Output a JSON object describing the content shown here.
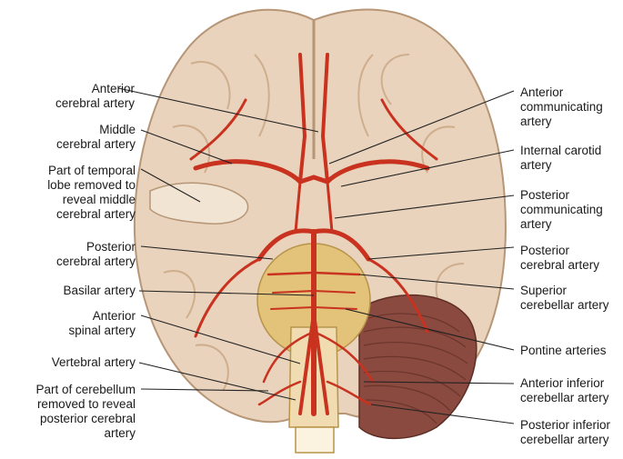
{
  "labels_left": [
    {
      "id": "anterior-cerebral-artery",
      "text": "Anterior\ncerebral artery"
    },
    {
      "id": "middle-cerebral-artery",
      "text": "Middle\ncerebral artery"
    },
    {
      "id": "temporal-lobe-removed",
      "text": "Part of temporal\nlobe removed to\nreveal middle\ncerebral artery"
    },
    {
      "id": "posterior-cerebral-artery-left",
      "text": "Posterior\ncerebral artery"
    },
    {
      "id": "basilar-artery",
      "text": "Basilar artery"
    },
    {
      "id": "anterior-spinal-artery",
      "text": "Anterior\nspinal artery"
    },
    {
      "id": "vertebral-artery",
      "text": "Vertebral artery"
    },
    {
      "id": "cerebellum-removed",
      "text": "Part of cerebellum\nremoved to reveal\nposterior cerebral\nartery"
    }
  ],
  "labels_right": [
    {
      "id": "anterior-communicating-artery",
      "text": "Anterior\ncommunicating\nartery"
    },
    {
      "id": "internal-carotid-artery",
      "text": "Internal carotid\nartery"
    },
    {
      "id": "posterior-communicating-artery",
      "text": "Posterior\ncommunicating\nartery"
    },
    {
      "id": "posterior-cerebral-artery-right",
      "text": "Posterior\ncerebral artery"
    },
    {
      "id": "superior-cerebellar-artery",
      "text": "Superior\ncerebellar artery"
    },
    {
      "id": "pontine-arteries",
      "text": "Pontine arteries"
    },
    {
      "id": "anterior-inferior-cerebellar-artery",
      "text": "Anterior inferior\ncerebellar artery"
    },
    {
      "id": "posterior-inferior-cerebellar-artery",
      "text": "Posterior inferior\ncerebellar artery"
    }
  ],
  "colors": {
    "brain": "#e9d3bc",
    "brain_shadow": "#cfae8d",
    "artery": "#c8321f",
    "pons": "#e3c27a",
    "cerebellum": "#8a4a3f",
    "leader": "#222222"
  }
}
